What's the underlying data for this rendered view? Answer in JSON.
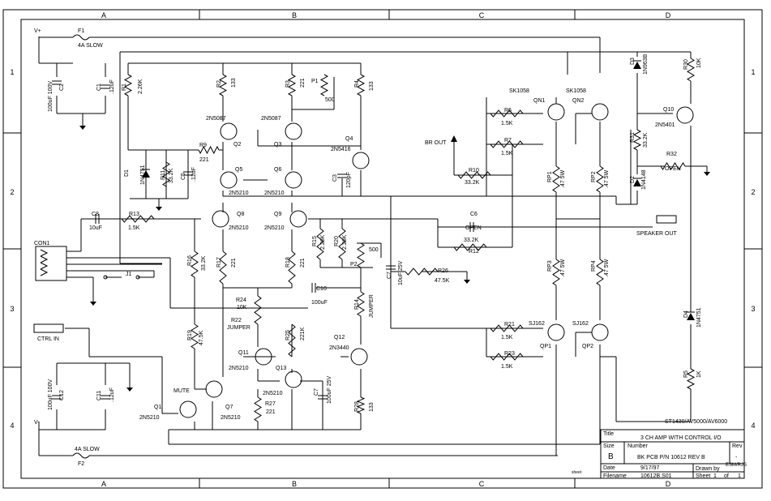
{
  "grid": {
    "columns": [
      "A",
      "B",
      "C",
      "D"
    ],
    "rows": [
      "1",
      "2",
      "3",
      "4"
    ]
  },
  "rails": {
    "vplus": "V+",
    "vminus": "V-"
  },
  "fuses": [
    {
      "ref": "F1",
      "rating": "4A SLOW"
    },
    {
      "ref": "F2",
      "rating": "4A SLOW"
    }
  ],
  "capacitors": [
    {
      "ref": "C2",
      "value": "100uF 100V"
    },
    {
      "ref": "C1",
      "value": ".12uF"
    },
    {
      "ref": "C5",
      "value": ".12uF"
    },
    {
      "ref": "C3",
      "value": "120pF"
    },
    {
      "ref": "C8",
      "value": "10uF"
    },
    {
      "ref": "C6",
      "value": "OPEN"
    },
    {
      "ref": "C7",
      "value": "10uF 25V"
    },
    {
      "ref": "C10",
      "value": "100uF"
    },
    {
      "ref": "C12",
      "value": "100uF 100V"
    },
    {
      "ref": "C11",
      "value": ".12uF"
    },
    {
      "ref": "C7",
      "value": "100uF 25V"
    }
  ],
  "resistors": [
    {
      "ref": "R1",
      "value": "2.26K"
    },
    {
      "ref": "R2",
      "value": "133"
    },
    {
      "ref": "R3",
      "value": "221"
    },
    {
      "ref": "R4",
      "value": "133"
    },
    {
      "ref": "R9",
      "value": "221"
    },
    {
      "ref": "R11",
      "value": "33.2K"
    },
    {
      "ref": "R13",
      "value": "1.5K"
    },
    {
      "ref": "R16",
      "value": "33.2K"
    },
    {
      "ref": "R17",
      "value": "221"
    },
    {
      "ref": "R18",
      "value": "221"
    },
    {
      "ref": "R15",
      "value": "2.26K"
    },
    {
      "ref": "R20",
      "value": "2.26K"
    },
    {
      "ref": "R24",
      "value": "10K"
    },
    {
      "ref": "R22",
      "value": "JUMPER"
    },
    {
      "ref": "R25",
      "value": "221K"
    },
    {
      "ref": "R19",
      "value": "47.5K"
    },
    {
      "ref": "R27",
      "value": "221"
    },
    {
      "ref": "R28",
      "value": "133"
    },
    {
      "ref": "R14",
      "value": "JUMPER"
    },
    {
      "ref": "R26",
      "value": "47.5K"
    },
    {
      "ref": "R10",
      "value": "33.2K"
    },
    {
      "ref": "R12",
      "value": "33.2K"
    },
    {
      "ref": "R6",
      "value": "1.5K"
    },
    {
      "ref": "R7",
      "value": "1.5K"
    },
    {
      "ref": "R21",
      "value": "1.5K"
    },
    {
      "ref": "R23",
      "value": "1.5K"
    },
    {
      "ref": "RP1",
      "value": ".47 5W"
    },
    {
      "ref": "RP2",
      "value": ".47 5W"
    },
    {
      "ref": "RP3",
      "value": ".47 5W"
    },
    {
      "ref": "RP4",
      "value": ".47 5W"
    },
    {
      "ref": "R30",
      "value": "10K"
    },
    {
      "ref": "R31",
      "value": "33.2K"
    },
    {
      "ref": "R32",
      "value": "OPEN"
    },
    {
      "ref": "R5",
      "value": "1K"
    }
  ],
  "pots": [
    {
      "ref": "P1",
      "value": "500"
    },
    {
      "ref": "P2",
      "value": "500"
    }
  ],
  "transistors": [
    {
      "ref": "Q2",
      "part": "2N5087"
    },
    {
      "ref": "Q3",
      "part": "2N5087"
    },
    {
      "ref": "Q4",
      "part": "2N5416"
    },
    {
      "ref": "Q5",
      "part": "2N5210"
    },
    {
      "ref": "Q6",
      "part": "2N5210"
    },
    {
      "ref": "Q8",
      "part": "2N5210"
    },
    {
      "ref": "Q9",
      "part": "2N5210"
    },
    {
      "ref": "Q11",
      "part": "2N5210"
    },
    {
      "ref": "Q13",
      "part": "2N5210"
    },
    {
      "ref": "Q12",
      "part": "2N3440"
    },
    {
      "ref": "Q7",
      "part": "2N5210"
    },
    {
      "ref": "Q1",
      "part": "2N5210"
    },
    {
      "ref": "Q10",
      "part": "2N5401"
    },
    {
      "ref": "QN1",
      "part": "SK1058"
    },
    {
      "ref": "QN2",
      "part": "SK1058"
    },
    {
      "ref": "QP1",
      "part": "SJ162"
    },
    {
      "ref": "QP2",
      "part": "SJ162"
    }
  ],
  "diodes": [
    {
      "ref": "D1",
      "part": "1N4751"
    },
    {
      "ref": "D2",
      "part": "1N4148"
    },
    {
      "ref": "D3",
      "part": "1N963B"
    },
    {
      "ref": "D4",
      "part": "1N4751"
    }
  ],
  "connectors": {
    "con1": "CON1",
    "j1": "J1",
    "speaker_out": "SPEAKER OUT",
    "ctrl_in": "CTRL IN",
    "br_out": "BR OUT",
    "mute": "MUTE"
  },
  "title_block": {
    "title_label": "Title",
    "title": "3 CH AMP WITH CONTROL I/O",
    "model": "ST1430/AV5000/AV6000",
    "size_label": "Size",
    "size": "B",
    "number_label": "Number",
    "number": "BK PCB P/N 10612 REV B",
    "rev_label": "Rev",
    "rev": "-",
    "date_label": "Date",
    "date": "9/17/97",
    "drawn_label": "Drawn by",
    "drawn": "ESM/RJS",
    "filename_label": "Filename",
    "filename": "10612B.S01",
    "sheet_label": "Sheet",
    "sheet": "1",
    "of_label": "of",
    "sheet_total": "1",
    "small_note": "sheet"
  }
}
